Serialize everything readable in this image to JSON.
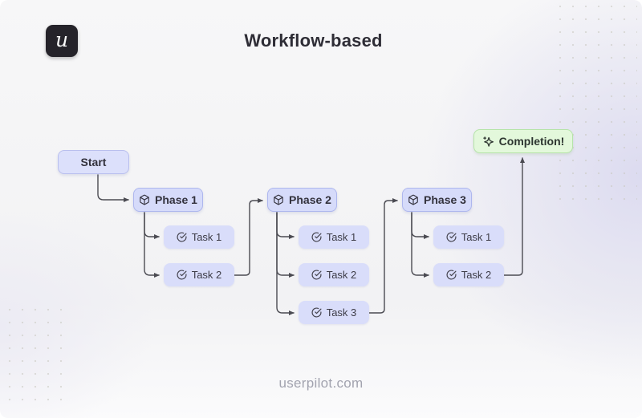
{
  "header": {
    "logo_letter": "u",
    "title": "Workflow-based"
  },
  "footer": {
    "watermark": "userpilot.com"
  },
  "colors": {
    "logo_bg": "#25232a",
    "title_text": "#2e2d36",
    "phase_fill": "#d6dbfa",
    "phase_border": "#aeb7ee",
    "task_fill": "#d9ddfa",
    "start_fill": "#dce0fb",
    "completion_fill": "#e3f8db",
    "completion_border": "#b6e4a9",
    "connector": "#4b4b52",
    "watermark_text": "#a2a3af"
  },
  "diagram": {
    "start": {
      "label": "Start"
    },
    "phases": [
      {
        "label": "Phase 1",
        "icon": "cube-icon",
        "tasks": [
          {
            "label": "Task 1",
            "icon": "check-circle-icon"
          },
          {
            "label": "Task 2",
            "icon": "check-circle-icon"
          }
        ]
      },
      {
        "label": "Phase 2",
        "icon": "cube-icon",
        "tasks": [
          {
            "label": "Task 1",
            "icon": "check-circle-icon"
          },
          {
            "label": "Task 2",
            "icon": "check-circle-icon"
          },
          {
            "label": "Task 3",
            "icon": "check-circle-icon"
          }
        ]
      },
      {
        "label": "Phase 3",
        "icon": "cube-icon",
        "tasks": [
          {
            "label": "Task 1",
            "icon": "check-circle-icon"
          },
          {
            "label": "Task 2",
            "icon": "check-circle-icon"
          }
        ]
      }
    ],
    "completion": {
      "label": "Completion!",
      "icon": "sparkles-icon"
    },
    "connections": [
      {
        "from": "Start",
        "to": "Phase 1"
      },
      {
        "from": "Phase 1",
        "to": "Phase 1 / Task 1"
      },
      {
        "from": "Phase 1",
        "to": "Phase 1 / Task 2"
      },
      {
        "from": "Phase 1 / Task 2",
        "to": "Phase 2"
      },
      {
        "from": "Phase 2",
        "to": "Phase 2 / Task 1"
      },
      {
        "from": "Phase 2",
        "to": "Phase 2 / Task 2"
      },
      {
        "from": "Phase 2",
        "to": "Phase 2 / Task 3"
      },
      {
        "from": "Phase 2 / Task 3",
        "to": "Phase 3"
      },
      {
        "from": "Phase 3",
        "to": "Phase 3 / Task 1"
      },
      {
        "from": "Phase 3",
        "to": "Phase 3 / Task 2"
      },
      {
        "from": "Phase 3 / Task 2",
        "to": "Completion!"
      }
    ]
  }
}
